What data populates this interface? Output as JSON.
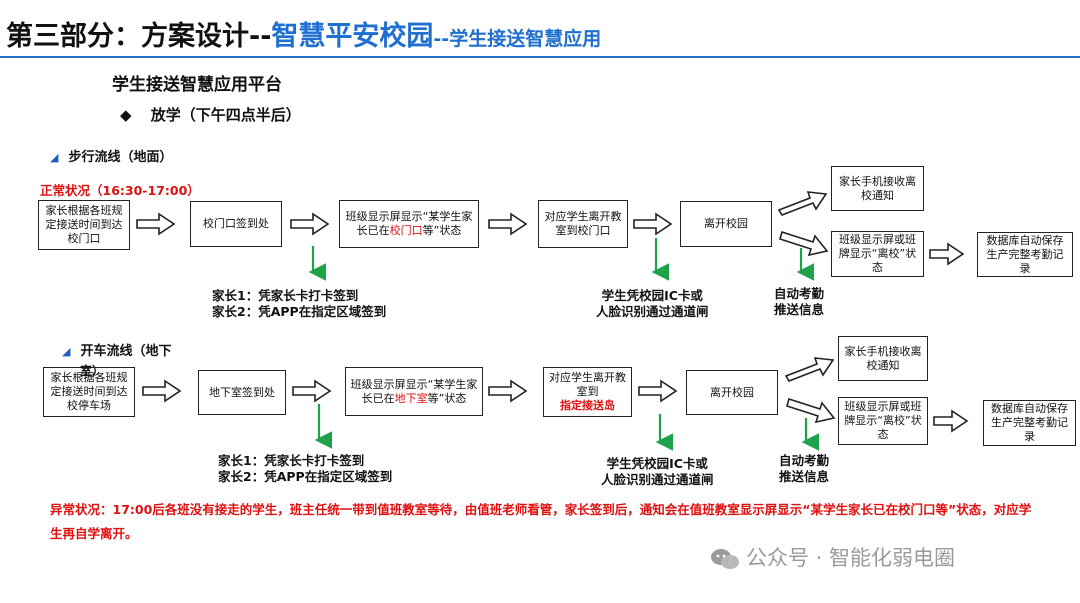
{
  "header": {
    "part": "第三部分：方案设计--",
    "topic": "智慧平安校园",
    "subtopic": "--学生接送智慧应用"
  },
  "subtitle": "学生接送智慧应用平台",
  "bullet": {
    "marker": "◆",
    "text": "放学（下午四点半后）"
  },
  "walking": {
    "title": "步行流线（地面）",
    "normal_status": "正常状况（16:30-17:00）",
    "box1": "家长根据各班规定接送时间到达校门口",
    "box2": "校门口签到处",
    "box3_pre": "班级显示屏显示“某学生家长已在",
    "box3_hl": "校门口",
    "box3_post": "等”状态",
    "box4": "对应学生离开教室到校门口",
    "box5": "离开校园",
    "box6": "家长手机接收离校通知",
    "box7": "班级显示屏或班牌显示“离校”状态",
    "box8": "数据库自动保存生产完整考勤记录",
    "note_parent1": "家长1：凭家长卡打卡签到",
    "note_parent2": "家长2：凭APP在指定区域签到",
    "note_student1": "学生凭校园IC卡或",
    "note_student2": "人脸识别通过通道闸",
    "note_auto1": "自动考勤",
    "note_auto2": "推送信息"
  },
  "driving": {
    "title_line1": "开车流线（地下",
    "title_line2": "室）",
    "box1": "家长根据各班规定接送时间到达校停车场",
    "box2": "地下室签到处",
    "box3_pre": "班级显示屏显示“某学生家长已在",
    "box3_hl": "地下室",
    "box3_post": "等”状态",
    "box4_pre": "对应学生离开教室到",
    "box4_hl": "指定接送岛",
    "box5": "离开校园",
    "box6": "家长手机接收离校通知",
    "box7": "班级显示屏或班牌显示“离校”状态",
    "box8": "数据库自动保存生产完整考勤记录",
    "note_parent1": "家长1：凭家长卡打卡签到",
    "note_parent2": "家长2：凭APP在指定区域签到",
    "note_student1": "学生凭校园IC卡或",
    "note_student2": "人脸识别通过通道闸",
    "note_auto1": "自动考勤",
    "note_auto2": "推送信息"
  },
  "abnormal": "异常状况：17:00后各班没有接走的学生，班主任统一带到值班教室等待，由值班老师看管，家长签到后，通知会在值班教室显示屏显示“某学生家长已在校门口等”状态，对应学生再自学离开。",
  "watermark": "公众号 · 智能化弱电圈",
  "colors": {
    "accent_blue": "#1e6fd0",
    "alert_red": "#e01010",
    "arrow_green": "#1fa34a"
  }
}
